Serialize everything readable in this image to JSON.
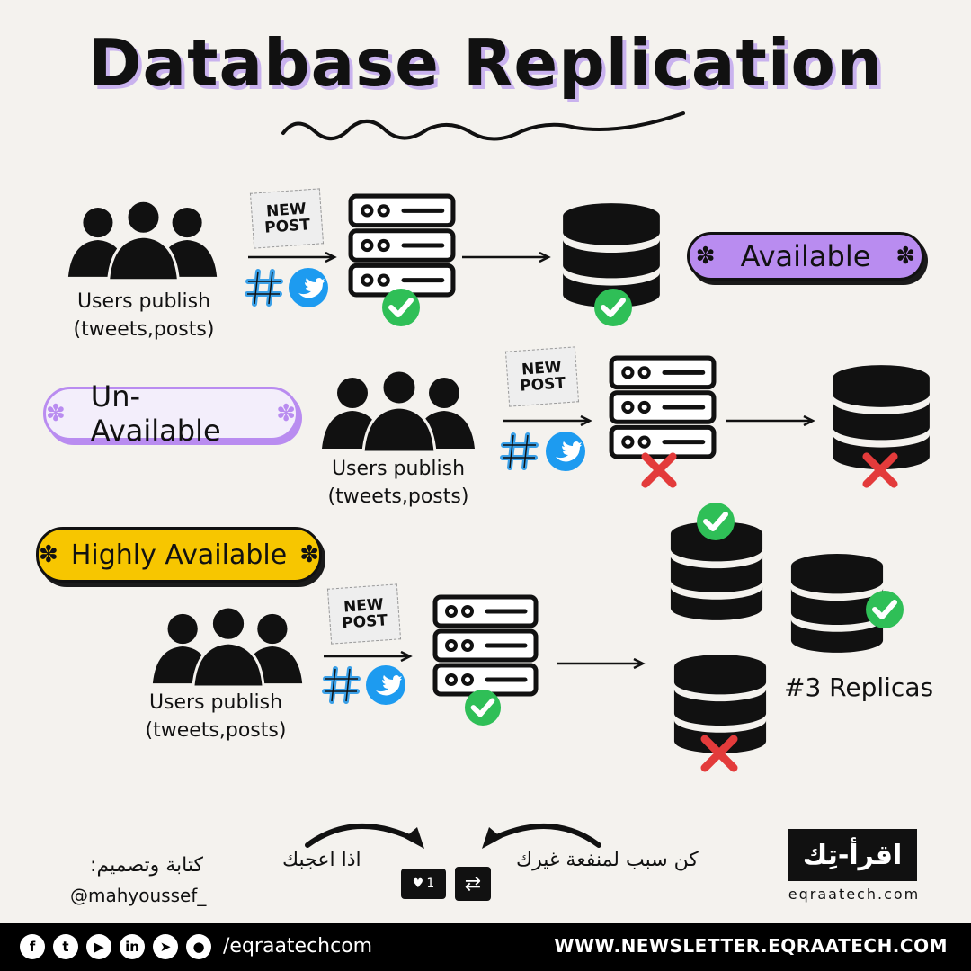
{
  "title": "Database Replication",
  "rows": [
    {
      "users_label": [
        "Users publish",
        "(tweets,posts)"
      ],
      "status": "Available",
      "pill_color": "#b98cf0"
    },
    {
      "users_label": [
        "Users publish",
        "(tweets,posts)"
      ],
      "status": "Un-Available",
      "pill_color": "#f3eefb"
    },
    {
      "users_label": [
        "Users publish",
        "(tweets,posts)"
      ],
      "status": "Highly Available",
      "pill_color": "#f7c600"
    }
  ],
  "new_post_badge": [
    "NEW",
    "POST"
  ],
  "replicas_label": "#3 Replicas",
  "like_count": "1",
  "author": {
    "arabic_label": "كتابة وتصميم:",
    "handle": "@mahyoussef_"
  },
  "like_prompt": "اذا اعجبك",
  "share_prompt": "كن سبب لمنفعة غيرك",
  "logo": {
    "text": "اقرأ-تِك",
    "domain": "eqraatech.com"
  },
  "footer": {
    "handle": "/eqraatechcom",
    "newsletter": "WWW.NEWSLETTER.EQRAATECH.COM"
  },
  "colors": {
    "purple": "#b98cf0",
    "yellow": "#f7c600",
    "check": "#2fbf57",
    "cross": "#e33b3b",
    "twitter": "#1d9bf0",
    "hashtag": "#3aa0e8"
  }
}
